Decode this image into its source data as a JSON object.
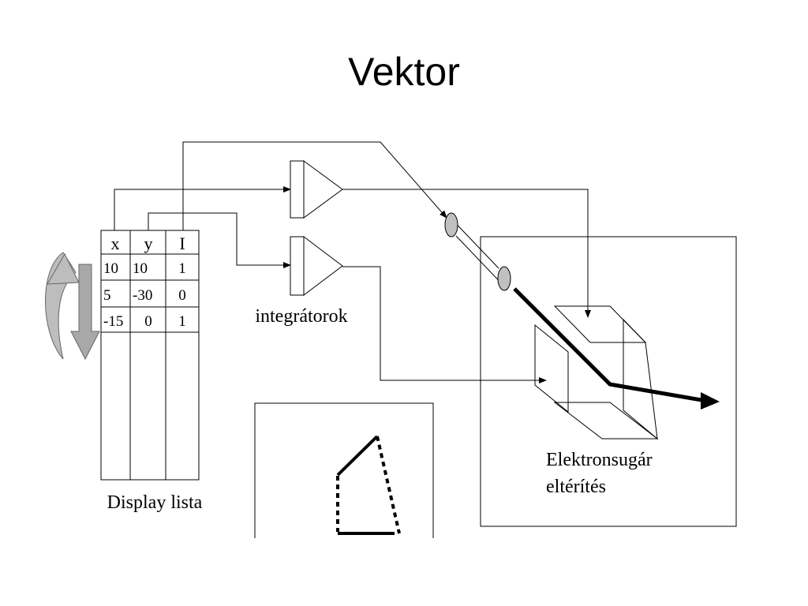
{
  "slide": {
    "title": "Vektor"
  },
  "display_list": {
    "headers": [
      "x",
      "y",
      "I"
    ],
    "rows": [
      [
        "10",
        "10",
        "1"
      ],
      [
        "5",
        "-30",
        "0"
      ],
      [
        "-15",
        "0",
        "1"
      ]
    ],
    "caption": "Display lista"
  },
  "integrators": {
    "label": "integrátorok"
  },
  "deflection": {
    "label_line1": "Elektronsugár",
    "label_line2": "eltérítés"
  },
  "colors": {
    "line": "#000000",
    "gray_fill": "#bbbbbb",
    "background": "#ffffff"
  }
}
